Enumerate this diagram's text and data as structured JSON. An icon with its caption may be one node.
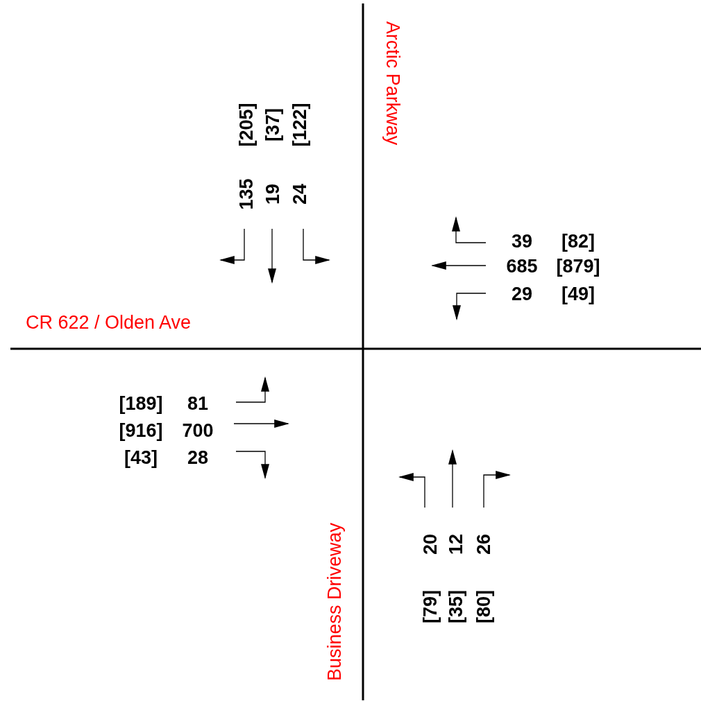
{
  "diagram": {
    "labels": [
      "Arctic Parkway",
      "[205]",
      "[37]",
      "[122]",
      "135",
      "19",
      "24",
      "39",
      "[82]",
      "685",
      "[879]",
      "29",
      "[49]",
      "CR 622 / Olden Ave",
      "[189]",
      "81",
      "[916]",
      "700",
      "[43]",
      "28",
      "Business Driveway",
      "20",
      "12",
      "26",
      "[79]",
      "[35]",
      "[80]"
    ]
  }
}
